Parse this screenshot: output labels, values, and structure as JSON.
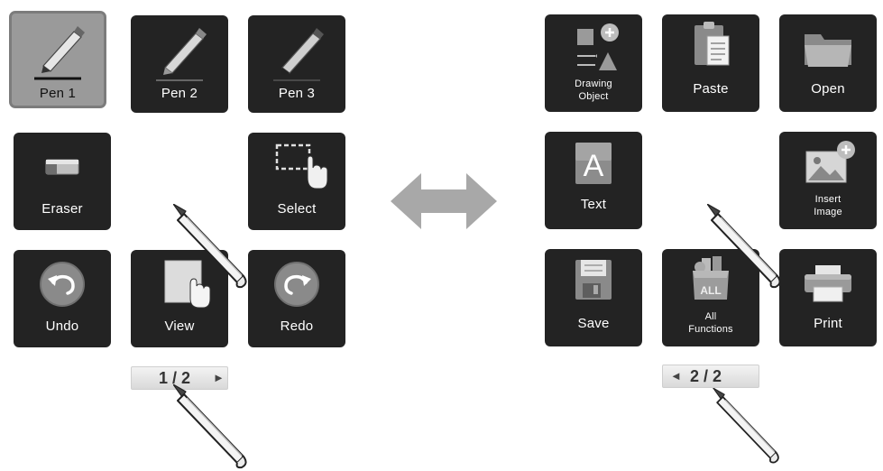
{
  "left_page": {
    "tiles": {
      "pen1": "Pen 1",
      "pen2": "Pen 2",
      "pen3": "Pen 3",
      "eraser": "Eraser",
      "select": "Select",
      "undo": "Undo",
      "view": "View",
      "redo": "Redo"
    },
    "pager": {
      "text": "1 / 2",
      "next_arrow": "►"
    }
  },
  "right_page": {
    "tiles": {
      "drawing_object_line1": "Drawing",
      "drawing_object_line2": "Object",
      "paste": "Paste",
      "open": "Open",
      "text": "Text",
      "text_icon_letter": "A",
      "insert_image_line1": "Insert",
      "insert_image_line2": "Image",
      "save": "Save",
      "all_functions_line1": "All",
      "all_functions_line2": "Functions",
      "all_functions_icon_text": "ALL",
      "print": "Print"
    },
    "pager": {
      "text": "2 / 2",
      "prev_arrow": "◄"
    }
  },
  "icons": [
    "pen-icon",
    "eraser-icon",
    "select-icon",
    "undo-icon",
    "view-icon",
    "redo-icon",
    "drawing-object-icon",
    "paste-icon",
    "folder-icon",
    "text-icon",
    "insert-image-icon",
    "save-icon",
    "all-functions-icon",
    "printer-icon",
    "swap-arrow-icon",
    "stylus-icon"
  ],
  "colors": {
    "tile": "#232323",
    "selected_tile": "#9a9a9a",
    "pager": "#e6e6e6",
    "arrow": "#a8a8a8"
  }
}
